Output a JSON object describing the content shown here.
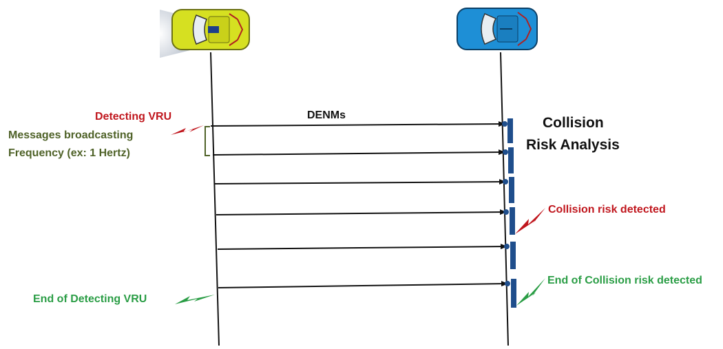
{
  "labels": {
    "detecting_vru": "Detecting VRU",
    "messages_broadcasting_line1": "Messages broadcasting",
    "messages_broadcasting_line2": "Frequency (ex: 1 Hertz)",
    "denms": "DENMs",
    "collision_line1": "Collision",
    "collision_line2": "Risk Analysis",
    "collision_risk_detected": "Collision risk detected",
    "end_of_detecting_vru": "End of Detecting VRU",
    "end_of_collision_risk": "End of Collision risk detected"
  },
  "messages": {
    "count": 6
  },
  "colors": {
    "detecting": "#c0161d",
    "frequency": "#4f6228",
    "end": "#2a9d45",
    "analysis_bar": "#1f4e8c",
    "sender_car": "#d6e021",
    "receiver_car": "#1e8fd6",
    "lines": "#111111"
  }
}
